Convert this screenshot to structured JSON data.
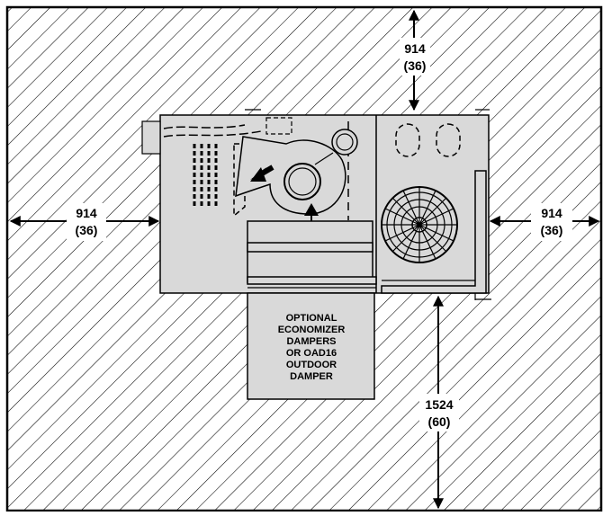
{
  "clearances": {
    "top": {
      "mm": "914",
      "in": "(36)"
    },
    "left": {
      "mm": "914",
      "in": "(36)"
    },
    "right": {
      "mm": "914",
      "in": "(36)"
    },
    "bottom": {
      "mm": "1524",
      "in": "(60)"
    }
  },
  "damper_label": {
    "lines": [
      "OPTIONAL",
      "ECONOMIZER",
      "DAMPERS",
      "OR OAD16",
      "OUTDOOR",
      "DAMPER"
    ]
  },
  "colors": {
    "unit_fill": "#d9d9d9",
    "hatch": "#000000",
    "background": "#ffffff"
  }
}
